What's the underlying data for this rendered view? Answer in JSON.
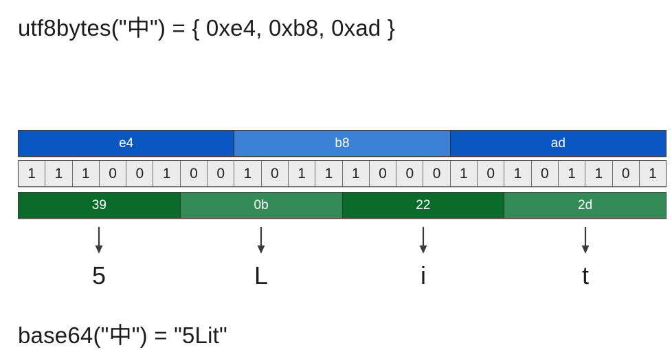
{
  "formulas": {
    "top": "utf8bytes(\"中\") = { 0xe4, 0xb8, 0xad }",
    "bottom": "base64(\"中\") = \"5Lit\""
  },
  "colors": {
    "byte_dark": "#0b57c2",
    "byte_light": "#3b82d6",
    "sextet_dark": "#0a6b2b",
    "sextet_light": "#358b57",
    "bit_background": "#ececec",
    "text_dark": "#1c1c1c",
    "text_on_fill": "#ffffff"
  },
  "diagram": {
    "bytes": [
      {
        "label": "e4",
        "bits": 8,
        "shade": "shade-a"
      },
      {
        "label": "b8",
        "bits": 8,
        "shade": "shade-b"
      },
      {
        "label": "ad",
        "bits": 8,
        "shade": "shade-a"
      }
    ],
    "bits": [
      "1",
      "1",
      "1",
      "0",
      "0",
      "1",
      "0",
      "0",
      "1",
      "0",
      "1",
      "1",
      "1",
      "0",
      "0",
      "0",
      "1",
      "0",
      "1",
      "0",
      "1",
      "1",
      "0",
      "1"
    ],
    "sextets": [
      {
        "label": "39",
        "bits": 6,
        "shade": "shade-a"
      },
      {
        "label": "0b",
        "bits": 6,
        "shade": "shade-b"
      },
      {
        "label": "22",
        "bits": 6,
        "shade": "shade-a"
      },
      {
        "label": "2d",
        "bits": 6,
        "shade": "shade-b"
      }
    ],
    "decoded": [
      {
        "char": "5",
        "arrow": "down-arrow-icon"
      },
      {
        "char": "L",
        "arrow": "down-arrow-icon"
      },
      {
        "char": "i",
        "arrow": "down-arrow-icon"
      },
      {
        "char": "t",
        "arrow": "down-arrow-icon"
      }
    ]
  }
}
